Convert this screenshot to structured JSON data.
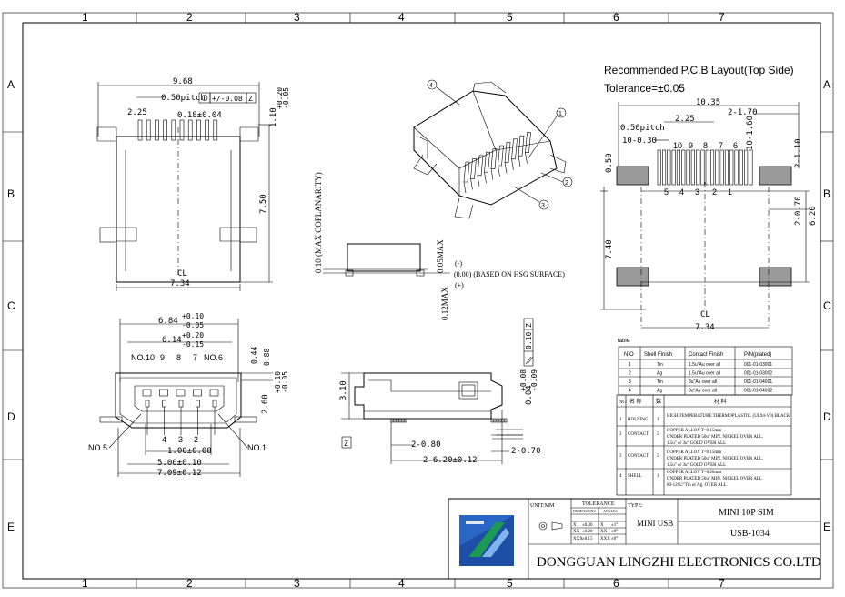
{
  "border": {
    "columns": [
      "1",
      "2",
      "3",
      "4",
      "5",
      "6",
      "7"
    ],
    "rows": [
      "A",
      "B",
      "C",
      "D",
      "E"
    ]
  },
  "top_view": {
    "dims": [
      "9.68",
      "0.50pitch",
      "+/-0.08",
      "Z",
      "2.25",
      "0.18±0.04",
      "+0.20",
      "1.10",
      "-0.05",
      "7.50",
      "CL",
      "7.34"
    ]
  },
  "iso_view": {
    "callouts": [
      "4",
      "1",
      "2",
      "3"
    ]
  },
  "side_profile": {
    "dims": [
      "0.10 (MAX COPLANARITY)",
      "0.05MAX",
      "(-)",
      "(0.00) (BASED ON HSG SURFACE)",
      "(+)",
      "0.12MAX"
    ]
  },
  "front_view": {
    "dims": [
      "6.84",
      "+0.10",
      "-0.05",
      "6.14",
      "+0.20",
      "-0.15",
      "0.44",
      "0.88",
      "+0.10",
      "2.60",
      "-0.05",
      "1.00±0.08",
      "5.00±0.10",
      "7.09±0.12"
    ],
    "pin_labels_top": [
      "NO.10",
      "9",
      "8",
      "7",
      "NO.6"
    ],
    "pin_labels_bottom": [
      "4",
      "3",
      "2"
    ],
    "corner_labels": [
      "NO.5",
      "NO.1"
    ]
  },
  "side_view": {
    "dims": [
      "3.10",
      "2-0.80",
      "2-0.70",
      "2-6.20±0.12",
      "+0.08",
      "0.04",
      "-0.09",
      "0.10",
      "Z",
      "Z"
    ]
  },
  "pcb": {
    "title": "Recommended P.C.B Layout(Top Side)",
    "tolerance": "Tolerance=±0.05",
    "dims": [
      "10.35",
      "2-1.70",
      "2.25",
      "0.50pitch",
      "10-0.30",
      "10-1.60",
      "0.50",
      "2-1.10",
      "2-0.70",
      "6.20",
      "7.40",
      "CL",
      "7.34"
    ],
    "pin_top": [
      "10",
      "9",
      "8",
      "7",
      "6"
    ],
    "pin_bottom": [
      "5",
      "4",
      "3",
      "2",
      "1"
    ]
  },
  "plating_table": {
    "caption": "table:",
    "headers": [
      "N.O",
      "Shell Finish",
      "Contact Finish",
      "P/N(plated)"
    ],
    "rows": [
      [
        "1",
        "Tin",
        "1.5u\"Au over all",
        "001-01-03001"
      ],
      [
        "2",
        "Ag",
        "1.5u\"Au over all",
        "001-01-03002"
      ],
      [
        "3",
        "Tin",
        "3u\"Au over all",
        "001-01-04001"
      ],
      [
        "4",
        "Ag",
        "3u\"Au over all",
        "001-01-04002"
      ]
    ]
  },
  "bom_table": {
    "header": [
      "NO",
      "名 称",
      "数",
      "材 料"
    ],
    "rows": [
      [
        "1",
        "HOUSING",
        "1",
        "HIGH TEMPERATURE THERMOPLASTIC. (UL94-V0).BLACK"
      ],
      [
        "2",
        "CONTACT",
        "5",
        "COPPER ALLOY T=0.15mm|UNDER PLATED 50u\" MIN. NICKEL OVER ALL.|1.5u\" or 3u\" GOLD OVER ALL"
      ],
      [
        "3",
        "CONTACT",
        "5",
        "COPPER ALLOY T=0.15mm|UNDER PLATED 50u\" MIN. NICKEL OVER ALL.|1.5u\" or 3u\" GOLD OVER ALL"
      ],
      [
        "4",
        "SHELL",
        "1",
        "COPPER ALLOY T=0.20mm|UNDER PLATED 50u\" MIN. NICKEL OVER ALL|80-120U\"Tin or Ag. OVER ALL"
      ]
    ]
  },
  "title_block": {
    "unit": "UNIT:MM",
    "tolerance_label": "TOLERANCE",
    "tol_rows": [
      [
        "DIMENSIONS",
        "ANGLES"
      ],
      [
        "X",
        "±0.30",
        "X",
        "±1°"
      ],
      [
        "XX",
        "±0.20",
        "XX",
        "±0°"
      ],
      [
        "XXX",
        "±0.15",
        "XXX",
        "±0°"
      ]
    ],
    "type_label": "TYPE:",
    "type_value": "MINI USB",
    "product": "MINI 10P SIM",
    "part_no": "USB-1034",
    "company": "DONGGUAN LINGZHI ELECTRONICS CO.LTD"
  },
  "colors": {
    "logo_green": "#1a9a52",
    "logo_blue": "#1f4ea6",
    "ink": "#000000"
  }
}
